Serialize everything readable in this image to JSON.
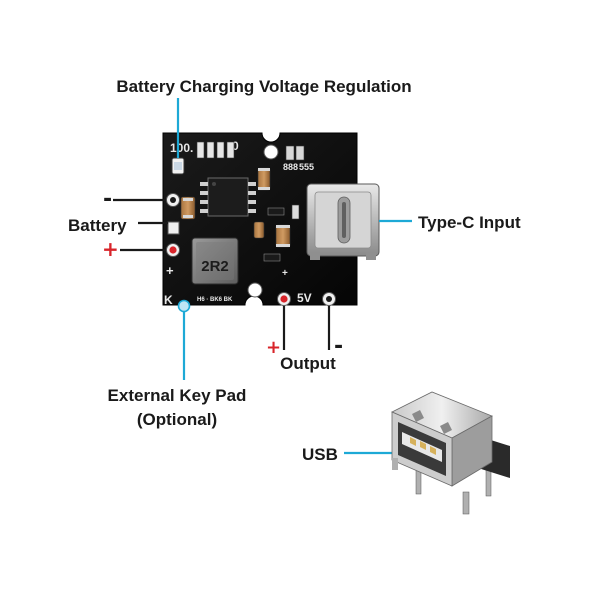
{
  "labels": {
    "voltage_regulation": "Battery Charging Voltage Regulation",
    "battery": "Battery",
    "type_c_input": "Type-C Input",
    "output": "Output",
    "external_key_pad_line1": "External Key Pad",
    "external_key_pad_line2": "(Optional)",
    "usb": "USB"
  },
  "signs": {
    "battery_negative": "-",
    "battery_positive": "+",
    "output_positive": "+",
    "output_negative": "-"
  },
  "silkscreen": {
    "inductor_marking": "2R2",
    "five_volt": "5V",
    "header_left": "100.",
    "header_right": "0",
    "plus_mark": "+",
    "k_mark": "K",
    "small_text": "H6 · BK6 BK",
    "cap_codes": [
      "888",
      "555"
    ]
  },
  "colors": {
    "leader_line": "#1da9d6",
    "positive_marker": "#d8242a",
    "pcb": "#0d0d0d",
    "text": "#1a1a1a"
  },
  "icons": {
    "usb_connector": "usb-a-female-icon",
    "type_c_port": "usb-type-c-port-icon"
  }
}
